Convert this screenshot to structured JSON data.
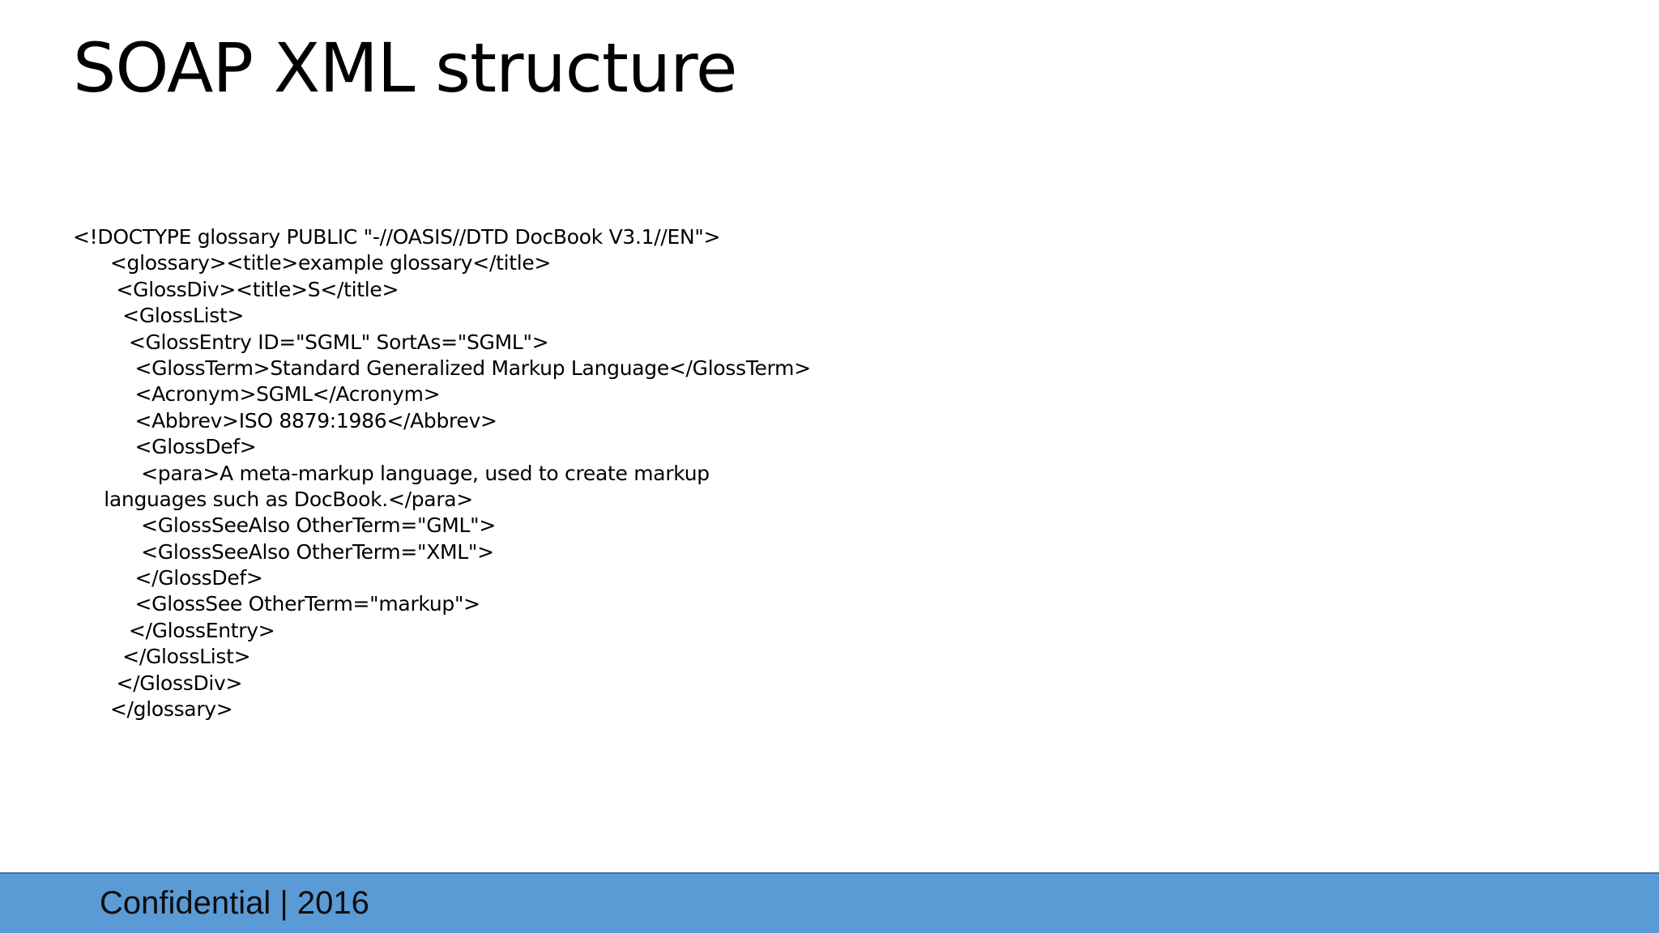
{
  "slide": {
    "title": "SOAP XML structure",
    "code_lines": [
      "<!DOCTYPE glossary PUBLIC \"-//OASIS//DTD DocBook V3.1//EN\">",
      "      <glossary><title>example glossary</title>",
      "       <GlossDiv><title>S</title>",
      "        <GlossList>",
      "         <GlossEntry ID=\"SGML\" SortAs=\"SGML\">",
      "          <GlossTerm>Standard Generalized Markup Language</GlossTerm>",
      "          <Acronym>SGML</Acronym>",
      "          <Abbrev>ISO 8879:1986</Abbrev>",
      "          <GlossDef>",
      "           <para>A meta-markup language, used to create markup",
      "     languages such as DocBook.</para>",
      "           <GlossSeeAlso OtherTerm=\"GML\">",
      "           <GlossSeeAlso OtherTerm=\"XML\">",
      "          </GlossDef>",
      "          <GlossSee OtherTerm=\"markup\">",
      "         </GlossEntry>",
      "        </GlossList>",
      "       </GlossDiv>",
      "      </glossary>"
    ]
  },
  "footer": {
    "text": "Confidential | 2016"
  },
  "colors": {
    "footer_bg": "#5b9bd5",
    "footer_border": "#41719c",
    "text": "#000000"
  }
}
